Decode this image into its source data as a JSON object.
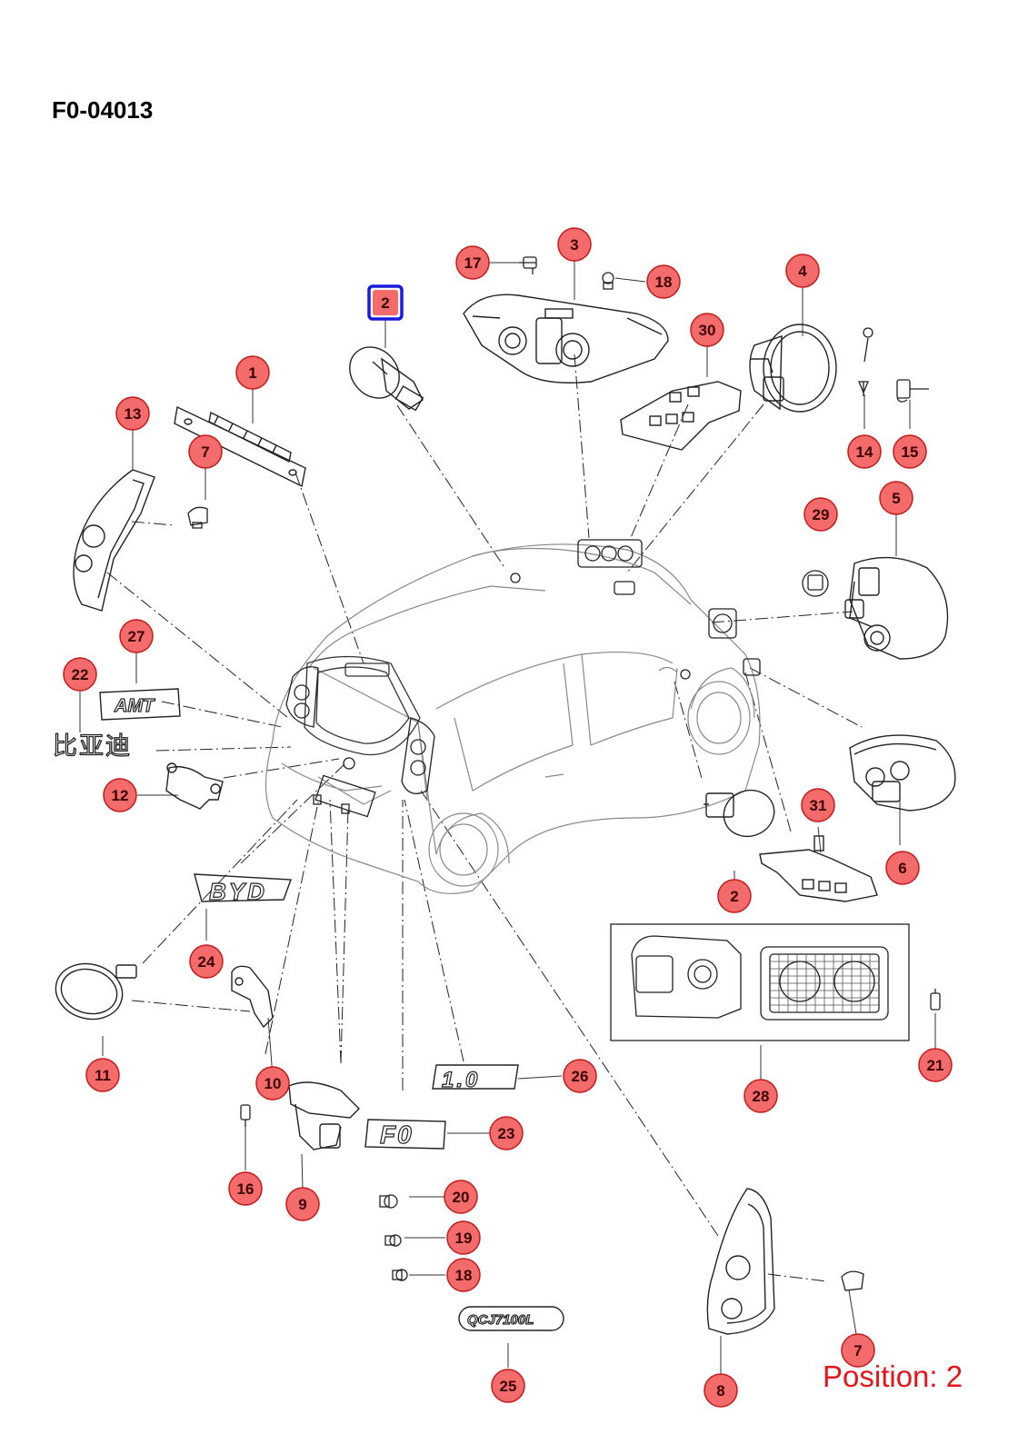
{
  "page": {
    "doc_code": "F0-04013",
    "position_label": "Position: 2",
    "colors": {
      "callout_fill": "#f46b6b",
      "callout_stroke": "#c41a1a",
      "selected_stroke": "#1a1adc",
      "position_text": "#e8141b"
    }
  },
  "callouts": [
    {
      "id": "c1",
      "label": "1",
      "selected": false
    },
    {
      "id": "c2-top",
      "label": "2",
      "selected": true
    },
    {
      "id": "c2-bottom",
      "label": "2",
      "selected": false
    },
    {
      "id": "c3",
      "label": "3",
      "selected": false
    },
    {
      "id": "c4",
      "label": "4",
      "selected": false
    },
    {
      "id": "c5",
      "label": "5",
      "selected": false
    },
    {
      "id": "c6",
      "label": "6",
      "selected": false
    },
    {
      "id": "c7-top",
      "label": "7",
      "selected": false
    },
    {
      "id": "c7-bottom",
      "label": "7",
      "selected": false
    },
    {
      "id": "c8",
      "label": "8",
      "selected": false
    },
    {
      "id": "c9",
      "label": "9",
      "selected": false
    },
    {
      "id": "c10",
      "label": "10",
      "selected": false
    },
    {
      "id": "c11",
      "label": "11",
      "selected": false
    },
    {
      "id": "c12",
      "label": "12",
      "selected": false
    },
    {
      "id": "c13",
      "label": "13",
      "selected": false
    },
    {
      "id": "c14",
      "label": "14",
      "selected": false
    },
    {
      "id": "c15",
      "label": "15",
      "selected": false
    },
    {
      "id": "c16",
      "label": "16",
      "selected": false
    },
    {
      "id": "c17",
      "label": "17",
      "selected": false
    },
    {
      "id": "c18-top",
      "label": "18",
      "selected": false
    },
    {
      "id": "c18-bottom",
      "label": "18",
      "selected": false
    },
    {
      "id": "c19",
      "label": "19",
      "selected": false
    },
    {
      "id": "c20",
      "label": "20",
      "selected": false
    },
    {
      "id": "c21",
      "label": "21",
      "selected": false
    },
    {
      "id": "c22",
      "label": "22",
      "selected": false
    },
    {
      "id": "c23",
      "label": "23",
      "selected": false
    },
    {
      "id": "c24",
      "label": "24",
      "selected": false
    },
    {
      "id": "c25",
      "label": "25",
      "selected": false
    },
    {
      "id": "c26",
      "label": "26",
      "selected": false
    },
    {
      "id": "c27",
      "label": "27",
      "selected": false
    },
    {
      "id": "c28",
      "label": "28",
      "selected": false
    },
    {
      "id": "c29",
      "label": "29",
      "selected": false
    },
    {
      "id": "c30",
      "label": "30",
      "selected": false
    },
    {
      "id": "c31",
      "label": "31",
      "selected": false
    }
  ],
  "badges": {
    "amt": "AMT",
    "chinese_brand": "比亚迪",
    "byd": "BYD",
    "model_1_0": "1.0",
    "f0": "F0",
    "qcj": "QCJ7100L"
  }
}
